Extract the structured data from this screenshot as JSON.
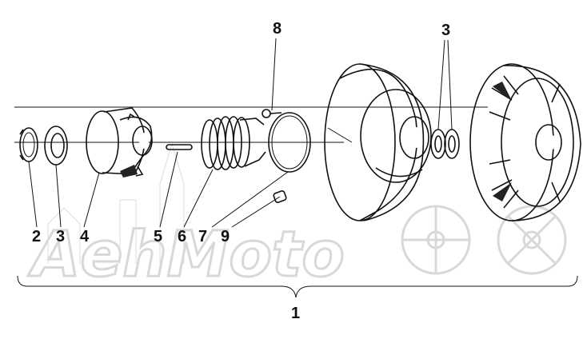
{
  "diagram": {
    "watermark": "AehMoto",
    "callouts": [
      {
        "id": "1",
        "text": "1"
      },
      {
        "id": "2",
        "text": "2"
      },
      {
        "id": "3a",
        "text": "3"
      },
      {
        "id": "3b",
        "text": "3"
      },
      {
        "id": "4",
        "text": "4"
      },
      {
        "id": "5",
        "text": "5"
      },
      {
        "id": "6",
        "text": "6"
      },
      {
        "id": "7",
        "text": "7"
      },
      {
        "id": "8",
        "text": "8"
      },
      {
        "id": "9",
        "text": "9"
      }
    ]
  }
}
